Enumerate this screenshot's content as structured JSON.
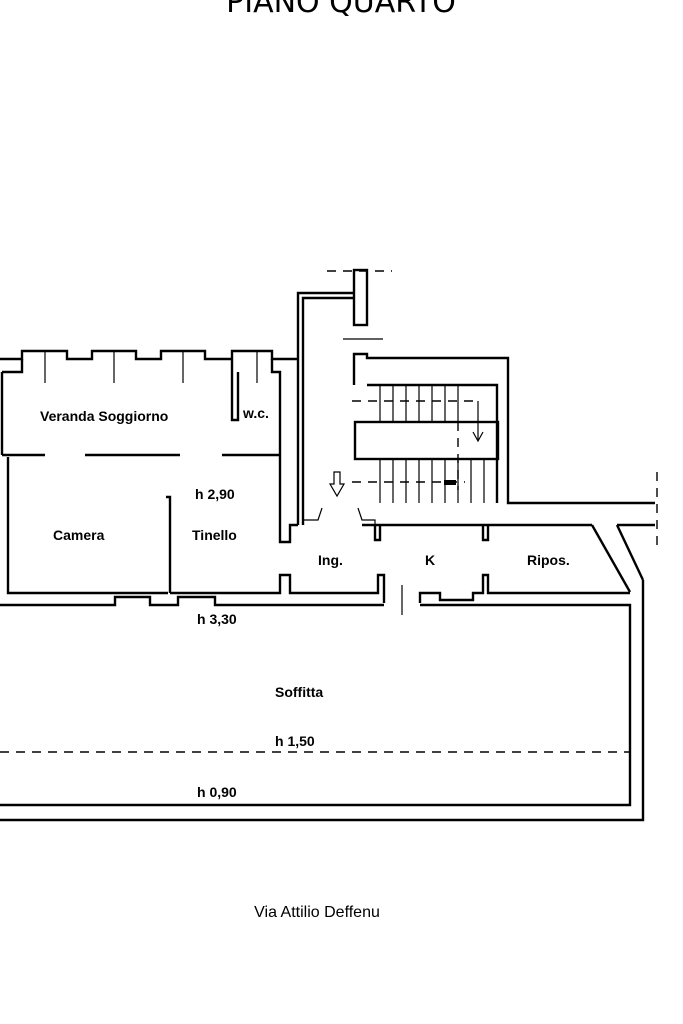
{
  "title": "PIANO QUARTO",
  "rooms": {
    "veranda": "Veranda Soggiorno",
    "wc": "w.c.",
    "camera": "Camera",
    "tinello": "Tinello",
    "ingresso": "Ing.",
    "cucina": "K",
    "ripostiglio": "Ripos.",
    "soffitta": "Soffitta"
  },
  "heights": {
    "h1": "h 2,90",
    "h2": "h 3,30",
    "h3": "h 1,50",
    "h4": "h 0,90"
  },
  "street": "Via Attilio Deffenu"
}
